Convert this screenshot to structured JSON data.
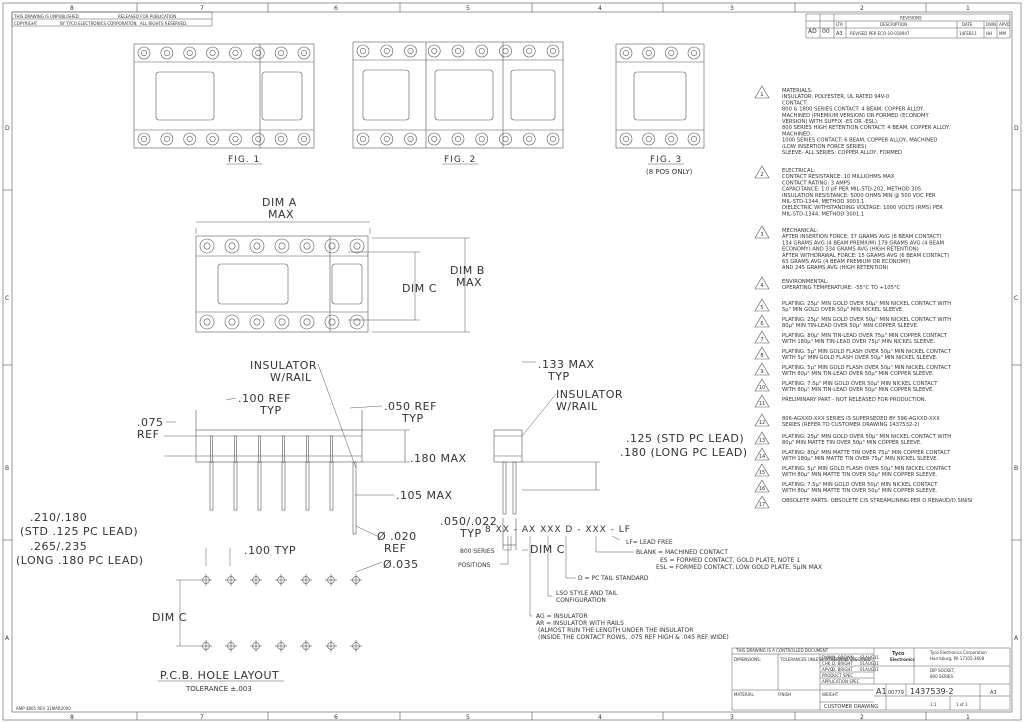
{
  "border": {
    "zones_top": [
      "8",
      "7",
      "6",
      "5",
      "4",
      "3",
      "2",
      "1"
    ],
    "zones_side": [
      "D",
      "C",
      "B",
      "A"
    ],
    "top_left_notes": [
      "THIS DRAWING IS UNPUBLISHED.",
      "RELEASED FOR PUBLICATION",
      "COPYRIGHT",
      "BY TYCO ELECTRONICS CORPORATION.",
      "ALL RIGHTS RESERVED."
    ],
    "bottom_left_note": "AMP 4805 REV 31MAR2000"
  },
  "revisions": {
    "title": "REVISIONS",
    "headers": [
      "LTR",
      "DESCRIPTION",
      "DATE",
      "DWN",
      "APVD"
    ],
    "dist": "AD",
    "dist_code": "00",
    "row": {
      "ltr": "A3",
      "desc": "REVISED PER ECO-10-018947",
      "date": "14FEB11",
      "dwn": "HH",
      "apvd": "MM"
    }
  },
  "figures": {
    "fig1": "FIG. 1",
    "fig2": "FIG. 2",
    "fig3": "FIG. 3",
    "fig3_sub": "(8 POS ONLY)"
  },
  "dims": {
    "dim_a": [
      "DIM A",
      "MAX"
    ],
    "dim_b": [
      "DIM B",
      "MAX"
    ],
    "dim_c": "DIM C",
    "insulator_rail": [
      "INSULATOR",
      "W/RAIL"
    ],
    "ref100": [
      ".100 REF",
      "TYP"
    ],
    "ref050": [
      ".050 REF",
      "TYP"
    ],
    "ref075": [
      ".075",
      "REF"
    ],
    "max180": ".180 MAX",
    "max105": ".105 MAX",
    "lead_len": [
      ".210/.180",
      "(STD .125 PC LEAD)",
      ".265/.235",
      "(LONG .180 PC LEAD)"
    ],
    "dia020": [
      "Ø .020",
      "REF"
    ],
    "max133": [
      ".133 MAX",
      "TYP"
    ],
    "insulator_rail2": [
      "INSULATOR",
      "W/RAIL"
    ],
    "pc_lead": [
      ".125 (STD PC LEAD)",
      ".180 (LONG PC LEAD)"
    ],
    "typ050": [
      ".050/.022",
      "TYP"
    ],
    "dim_c2": "DIM C",
    "typ100": ".100 TYP",
    "dia035": "Ø.035",
    "dim_c3": "DIM C",
    "pcb_title": "P.C.B. HOLE LAYOUT",
    "tolerance": "TOLERANCE ±.003"
  },
  "part_number": {
    "code": "8 XX - AX XXX D - XXX - LF",
    "lf": "LF= LEAD FREE",
    "series": "800 SERIES",
    "positions": "POSITIONS",
    "blank": [
      "BLANK = MACHINED CONTACT",
      "ES = FORMED CONTACT, GOLD PLATE, NOTE 1",
      "ESL = FORMED CONTACT, LOW GOLD PLATE, 5μIN MAX"
    ],
    "d": "D = PC TAIL STANDARD",
    "lso": [
      "LSO STYLE AND TAIL",
      "CONFIGURATION"
    ],
    "ag": [
      "AG = INSULATOR",
      "AR = INSULATOR WITH RAILS",
      "(ALMOST RUN THE LENGTH UNDER THE INSULATOR",
      "(INSIDE THE CONTACT ROWS, .075 REF HIGH & .045 REF WIDE)"
    ]
  },
  "notes": [
    {
      "num": "1",
      "lines": [
        "MATERIALS:",
        "INSULATOR: POLYESTER, UL RATED 94V-0",
        "CONTACT:",
        "  800 & 1800 SERIES CONTACT: 4 BEAM, COPPER ALLOY,",
        "    MACHINED (PREMIUM VERSION) OR FORMED (ECONOMY",
        "    VERSION) WITH SUFFIX -ES OR -ESL).",
        "  800 SERIES HIGH RETENTION CONTACT: 4 BEAM, COPPER ALLOY,",
        "    MACHINED.",
        "  1000 SERIES CONTACT: 6 BEAM, COPPER ALLOY, MACHINED",
        "    (LOW INSERTION FORCE SERIES)",
        "SLEEVE- ALL SERIES: COPPER ALLOY, FORMED"
      ]
    },
    {
      "num": "2",
      "lines": [
        "ELECTRICAL:",
        "CONTACT RESISTANCE: 10 MILLIOHMS MAX",
        "CONTACT RATING: 3 AMPS",
        "CAPACITANCE: 1.0 pF PER MIL-STD-202, METHOD 305",
        "INSULATION RESISTANCE: 5000 OHMS MIN @ 500 VDC PER",
        "                      MIL-STD-1344, METHOD 3003.1",
        "DIELECTRIC WITHSTANDING VOLTAGE: 1000 VOLTS (RMS) PER",
        "                      MIL-STD-1344, METHOD 3001.1"
      ]
    },
    {
      "num": "3",
      "lines": [
        "MECHANICAL:",
        "AFTER INSERTION FORCE: 37 GRAMS AVG (6 BEAM CONTACT)",
        "  134 GRAMS AVG (4 BEAM PREMIUM) 179 GRAMS AVG (4 BEAM",
        "  ECONOMY) AND 334 GRAMS AVG (HIGH RETENTION)",
        "AFTER WITHDRAWAL FORCE: 15 GRAMS AVG (6 BEAM CONTACT)",
        "  63 GRAMS AVG (4 BEAM PREMIUM OR ECONOMY)",
        "  AND 245 GRAMS AVG (HIGH RETENTION)"
      ]
    },
    {
      "num": "4",
      "lines": [
        "ENVIRONMENTAL:",
        "OPERATING TEMPERATURE: -55°C TO +105°C"
      ]
    },
    {
      "num": "5",
      "lines": [
        "PLATING: 25μ\" MIN GOLD OVER 50μ\" MIN NICKEL CONTACT WITH",
        "  5μ\" MIN GOLD OVER 50μ\" MIN NICKEL SLEEVE."
      ]
    },
    {
      "num": "6",
      "lines": [
        "PLATING: 25μ\" MIN GOLD OVER 50μ\" MIN NICKEL CONTACT WITH",
        "  80μ\" MIN TIN-LEAD OVER 50μ\" MIN COPPER SLEEVE."
      ]
    },
    {
      "num": "7",
      "lines": [
        "PLATING: 80μ\" MIN TIN-LEAD OVER 75μ\" MIN COPPER CONTACT",
        "  WITH 180μ\" MIN TIN-LEAD OVER 75μ\" MIN NICKEL SLEEVE."
      ]
    },
    {
      "num": "8",
      "lines": [
        "PLATING: 5μ\" MIN GOLD FLASH OVER 50μ\" MIN NICKEL CONTACT",
        "  WITH 5μ\" MIN GOLD FLASH OVER 50μ\" MIN NICKEL SLEEVE."
      ]
    },
    {
      "num": "9",
      "lines": [
        "PLATING: 5μ\" MIN GOLD FLASH OVER 50μ\" MIN NICKEL CONTACT",
        "  WITH 80μ\" MIN TIN-LEAD OVER 50μ\" MIN COPPER SLEEVE."
      ]
    },
    {
      "num": "10",
      "lines": [
        "PLATING: 7.5μ\" MIN GOLD OVER 50μ\" MIN NICKEL CONTACT",
        "  WITH 80μ\" MIN TIN-LEAD OVER 50μ\" MIN COPPER SLEEVE."
      ]
    },
    {
      "num": "11",
      "lines": [
        "PRELIMINARY PART - NOT RELEASED FOR PRODUCTION."
      ]
    },
    {
      "num": "12",
      "lines": [
        "806-AGXXD-XXX SERIES IS SUPERSEDED BY 596-AGXXD-XXX",
        "SERIES (REFER TO CUSTOMER DRAWING 1437532-2)"
      ]
    },
    {
      "num": "13",
      "lines": [
        "PLATING: 25μ\" MIN GOLD OVER 50μ\" MIN NICKEL CONTACT WITH",
        "  80μ\" MIN MATTE TIN OVER 50μ\" MIN COPPER SLEEVE."
      ]
    },
    {
      "num": "14",
      "lines": [
        "PLATING: 80μ\" MIN MATTE TIN OVER 75μ\" MIN COPPER CONTACT",
        "  WITH 180μ\" MIN MATTE TIN OVER 75μ\" MIN NICKEL SLEEVE."
      ]
    },
    {
      "num": "15",
      "lines": [
        "PLATING: 5μ\" MIN GOLD FLASH OVER 50μ\" MIN NICKEL CONTACT",
        "  WITH 80μ\" MIN MATTE TIN OVER 50μ\" MIN COPPER SLEEVE."
      ]
    },
    {
      "num": "16",
      "lines": [
        "PLATING: 7.5μ\" MIN GOLD OVER 50μ\" MIN NICKEL CONTACT",
        "  WITH 80μ\" MIN MATTE TIN OVER 50μ\" MIN COPPER SLEEVE."
      ]
    },
    {
      "num": "17",
      "lines": [
        "OBSOLETE PARTS: OBSOLETE CIS STREAMLINING PER D.RENAUD/D.SINISI"
      ]
    }
  ],
  "title_block": {
    "controlled": "THIS DRAWING IS A CONTROLLED DOCUMENT",
    "company": [
      "Tyco Electronics Corporation",
      "Harrisburg, PA 17105-3608"
    ],
    "logo": [
      "Tyco",
      "Electronics"
    ],
    "name": [
      "DIP SOCKET,",
      "800 SERIES"
    ],
    "size": "A1",
    "cage": "00779",
    "dwg_no": "1437539-2",
    "rev": "A3",
    "scale": "1:1",
    "sheet": "1 of 1",
    "customer": "CUSTOMER DRAWING",
    "labels": [
      "DWN",
      "CHK",
      "APVD",
      "PRODUCT SPEC",
      "APPLICATION SPEC",
      "WEIGHT",
      "MATERIAL",
      "FINISH",
      "DIMENSIONS:",
      "TOLERANCES UNLESS OTHERWISE SPECIFIED"
    ],
    "people": [
      "M. BROWN",
      "D. BRIGHT",
      "D. BRIGHT"
    ],
    "dates": [
      "01AUG11",
      "01AUG11",
      "01AUG11"
    ]
  }
}
